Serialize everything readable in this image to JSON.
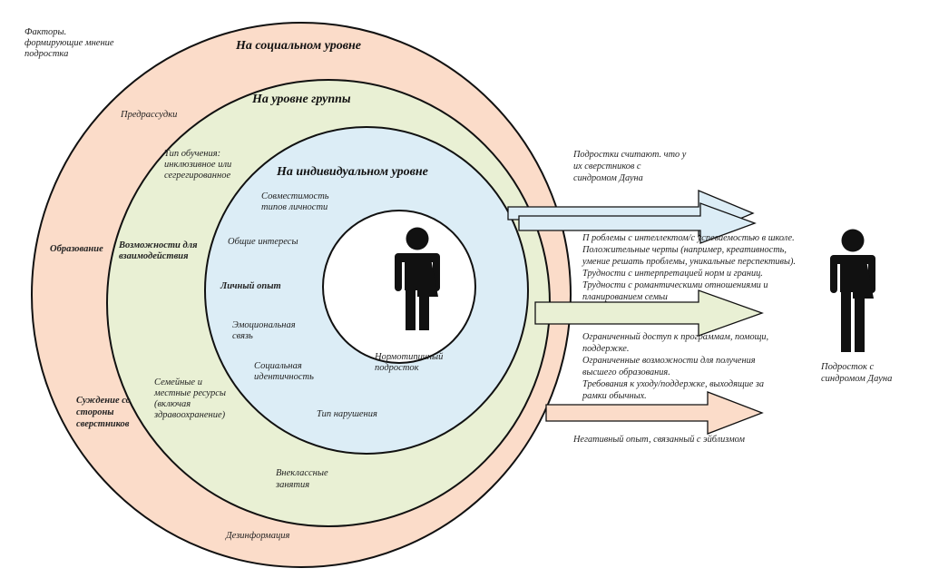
{
  "corner_label": [
    "Факторы.",
    "формирующие мнение",
    "подростка"
  ],
  "levels": {
    "social": "На социальном уровне",
    "group": "На уровне  группы",
    "individual": "На индивидуальном уровне"
  },
  "social_factors": {
    "prejudice": "Предрассудки",
    "education": "Образование",
    "peer_judgment": [
      "Суждение со",
      "стороны",
      "сверстников"
    ],
    "extracurricular": [
      "Внеклассные",
      "занятия"
    ],
    "misinformation": "Дезинформация"
  },
  "group_factors": {
    "learning_type": [
      "Тип обучения:",
      "инклюзивное или",
      "сегрегированное"
    ],
    "interaction": [
      "Возможности для",
      "взаимодействия"
    ],
    "resources": [
      "Семейные и",
      "местные ресурсы",
      "(включая",
      "здравоохранение)"
    ]
  },
  "individual_factors": {
    "compatibility": [
      "Совместимость",
      "типов личности"
    ],
    "interests": "Общие интересы",
    "experience": "Личный опыт",
    "emotional": [
      "Эмоциональная",
      "связь"
    ],
    "identity": [
      "Социальная",
      "идентичность"
    ],
    "disorder": "Тип нарушения"
  },
  "center_person": [
    "Нормотипичный",
    "подросток"
  ],
  "right_person": [
    "Подросток с",
    "синдромом Дауна"
  ],
  "outcomes": {
    "perception": [
      "Подростки считают. что у",
      "их сверстников с",
      "синдромом Дауна"
    ],
    "traits": [
      "П роблемы с интеллектом/с успеваемостью в школе.",
      "Положительные черты (например, креативность,",
      "умение решать проблемы, уникальные перспективы).",
      "Трудности с интерпретацией норм и границ.",
      "Трудности с романтическими отношениями и",
      "планированием семьи"
    ],
    "limits": [
      "Ограниченный доступ к программам, помощи,",
      "поддержке.",
      "Ограниченные возможности для получения",
      "высшего образования.",
      "Требования к уходу/поддержке, выходящие за",
      "рамки обычных."
    ],
    "negative": "Негативный опыт, связанный с эйблизмом"
  },
  "colors": {
    "social_fill": "#fbdcc9",
    "group_fill": "#e9f0d4",
    "individual_fill": "#dcedf6",
    "center_fill": "#ffffff",
    "outline": "#111111",
    "figure": "#111111"
  }
}
